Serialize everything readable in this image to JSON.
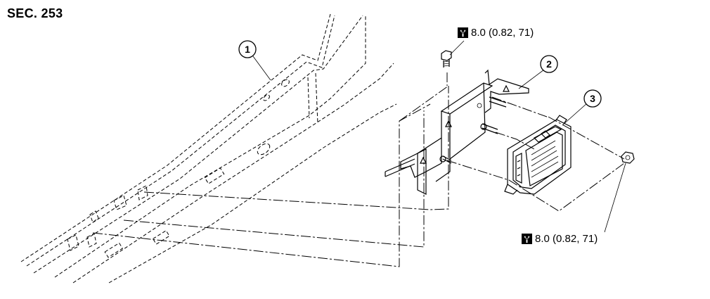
{
  "diagram": {
    "section_label": "SEC. 253",
    "callouts": [
      {
        "number": "1"
      },
      {
        "number": "2"
      },
      {
        "number": "3"
      }
    ],
    "torque_specs": [
      {
        "icon": "torque-wrench-icon",
        "text": "8.0 (0.82, 71)"
      },
      {
        "icon": "torque-wrench-icon",
        "text": "8.0 (0.82, 71)"
      }
    ]
  }
}
